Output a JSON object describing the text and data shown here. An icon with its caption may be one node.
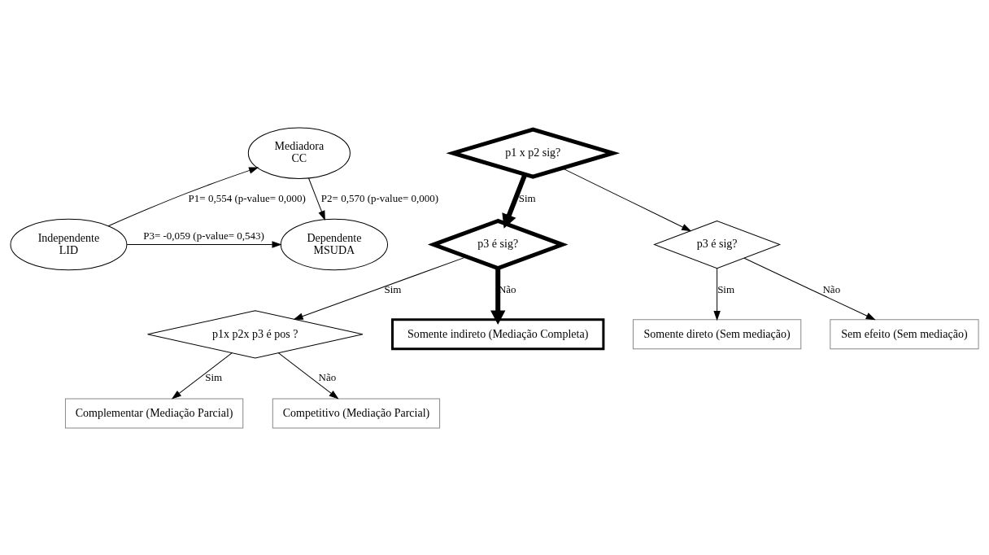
{
  "diagram": {
    "nodes": [
      {
        "text": [
          "Mediadora",
          "CC"
        ]
      },
      {
        "text": [
          "Independente",
          "LID"
        ]
      },
      {
        "text": [
          "Dependente",
          "MSUDA"
        ]
      },
      {
        "text": [
          "p1 x p2 sig?"
        ]
      },
      {
        "text": [
          "p3 é sig?"
        ]
      },
      {
        "text": [
          "p3 é sig?"
        ]
      },
      {
        "text": [
          "p1x p2x p3 é pos ?"
        ]
      },
      {
        "text": [
          "Complementar (Mediação Parcial)"
        ]
      },
      {
        "text": [
          "Competitivo (Mediação Parcial)"
        ]
      },
      {
        "text": [
          "Somente indireto (Mediação Completa)"
        ]
      },
      {
        "text": [
          "Somente direto (Sem mediação)"
        ]
      },
      {
        "text": [
          "Sem efeito (Sem mediação)"
        ]
      }
    ],
    "edges": [
      {
        "from": 1,
        "to": 0,
        "arrow": "to",
        "label": "P1= 0,554 (p-value= 0,000)"
      },
      {
        "from": 0,
        "to": 2,
        "arrow": "to",
        "label": "P2= 0,570 (p-value= 0,000)"
      },
      {
        "from": 1,
        "to": 2,
        "arrow": "to",
        "label": "P3= -0,059 (p-value= 0,543)"
      },
      {
        "from": 3,
        "to": 4,
        "arrow": "to",
        "label": "Sim",
        "style": "thick"
      },
      {
        "from": 3,
        "to": 5,
        "arrow": "to"
      },
      {
        "from": 4,
        "to": 6,
        "arrow": "to",
        "label": "Sim"
      },
      {
        "from": 4,
        "to": 9,
        "arrow": "to",
        "label": "Não",
        "style": "thick"
      },
      {
        "from": 6,
        "to": 7,
        "arrow": "to",
        "label": "Sim"
      },
      {
        "from": 6,
        "to": 8,
        "arrow": "to",
        "label": "Não"
      },
      {
        "from": 5,
        "to": 10,
        "arrow": "to",
        "label": "Sim"
      },
      {
        "from": 5,
        "to": 11,
        "arrow": "to",
        "label": "Não"
      }
    ]
  }
}
